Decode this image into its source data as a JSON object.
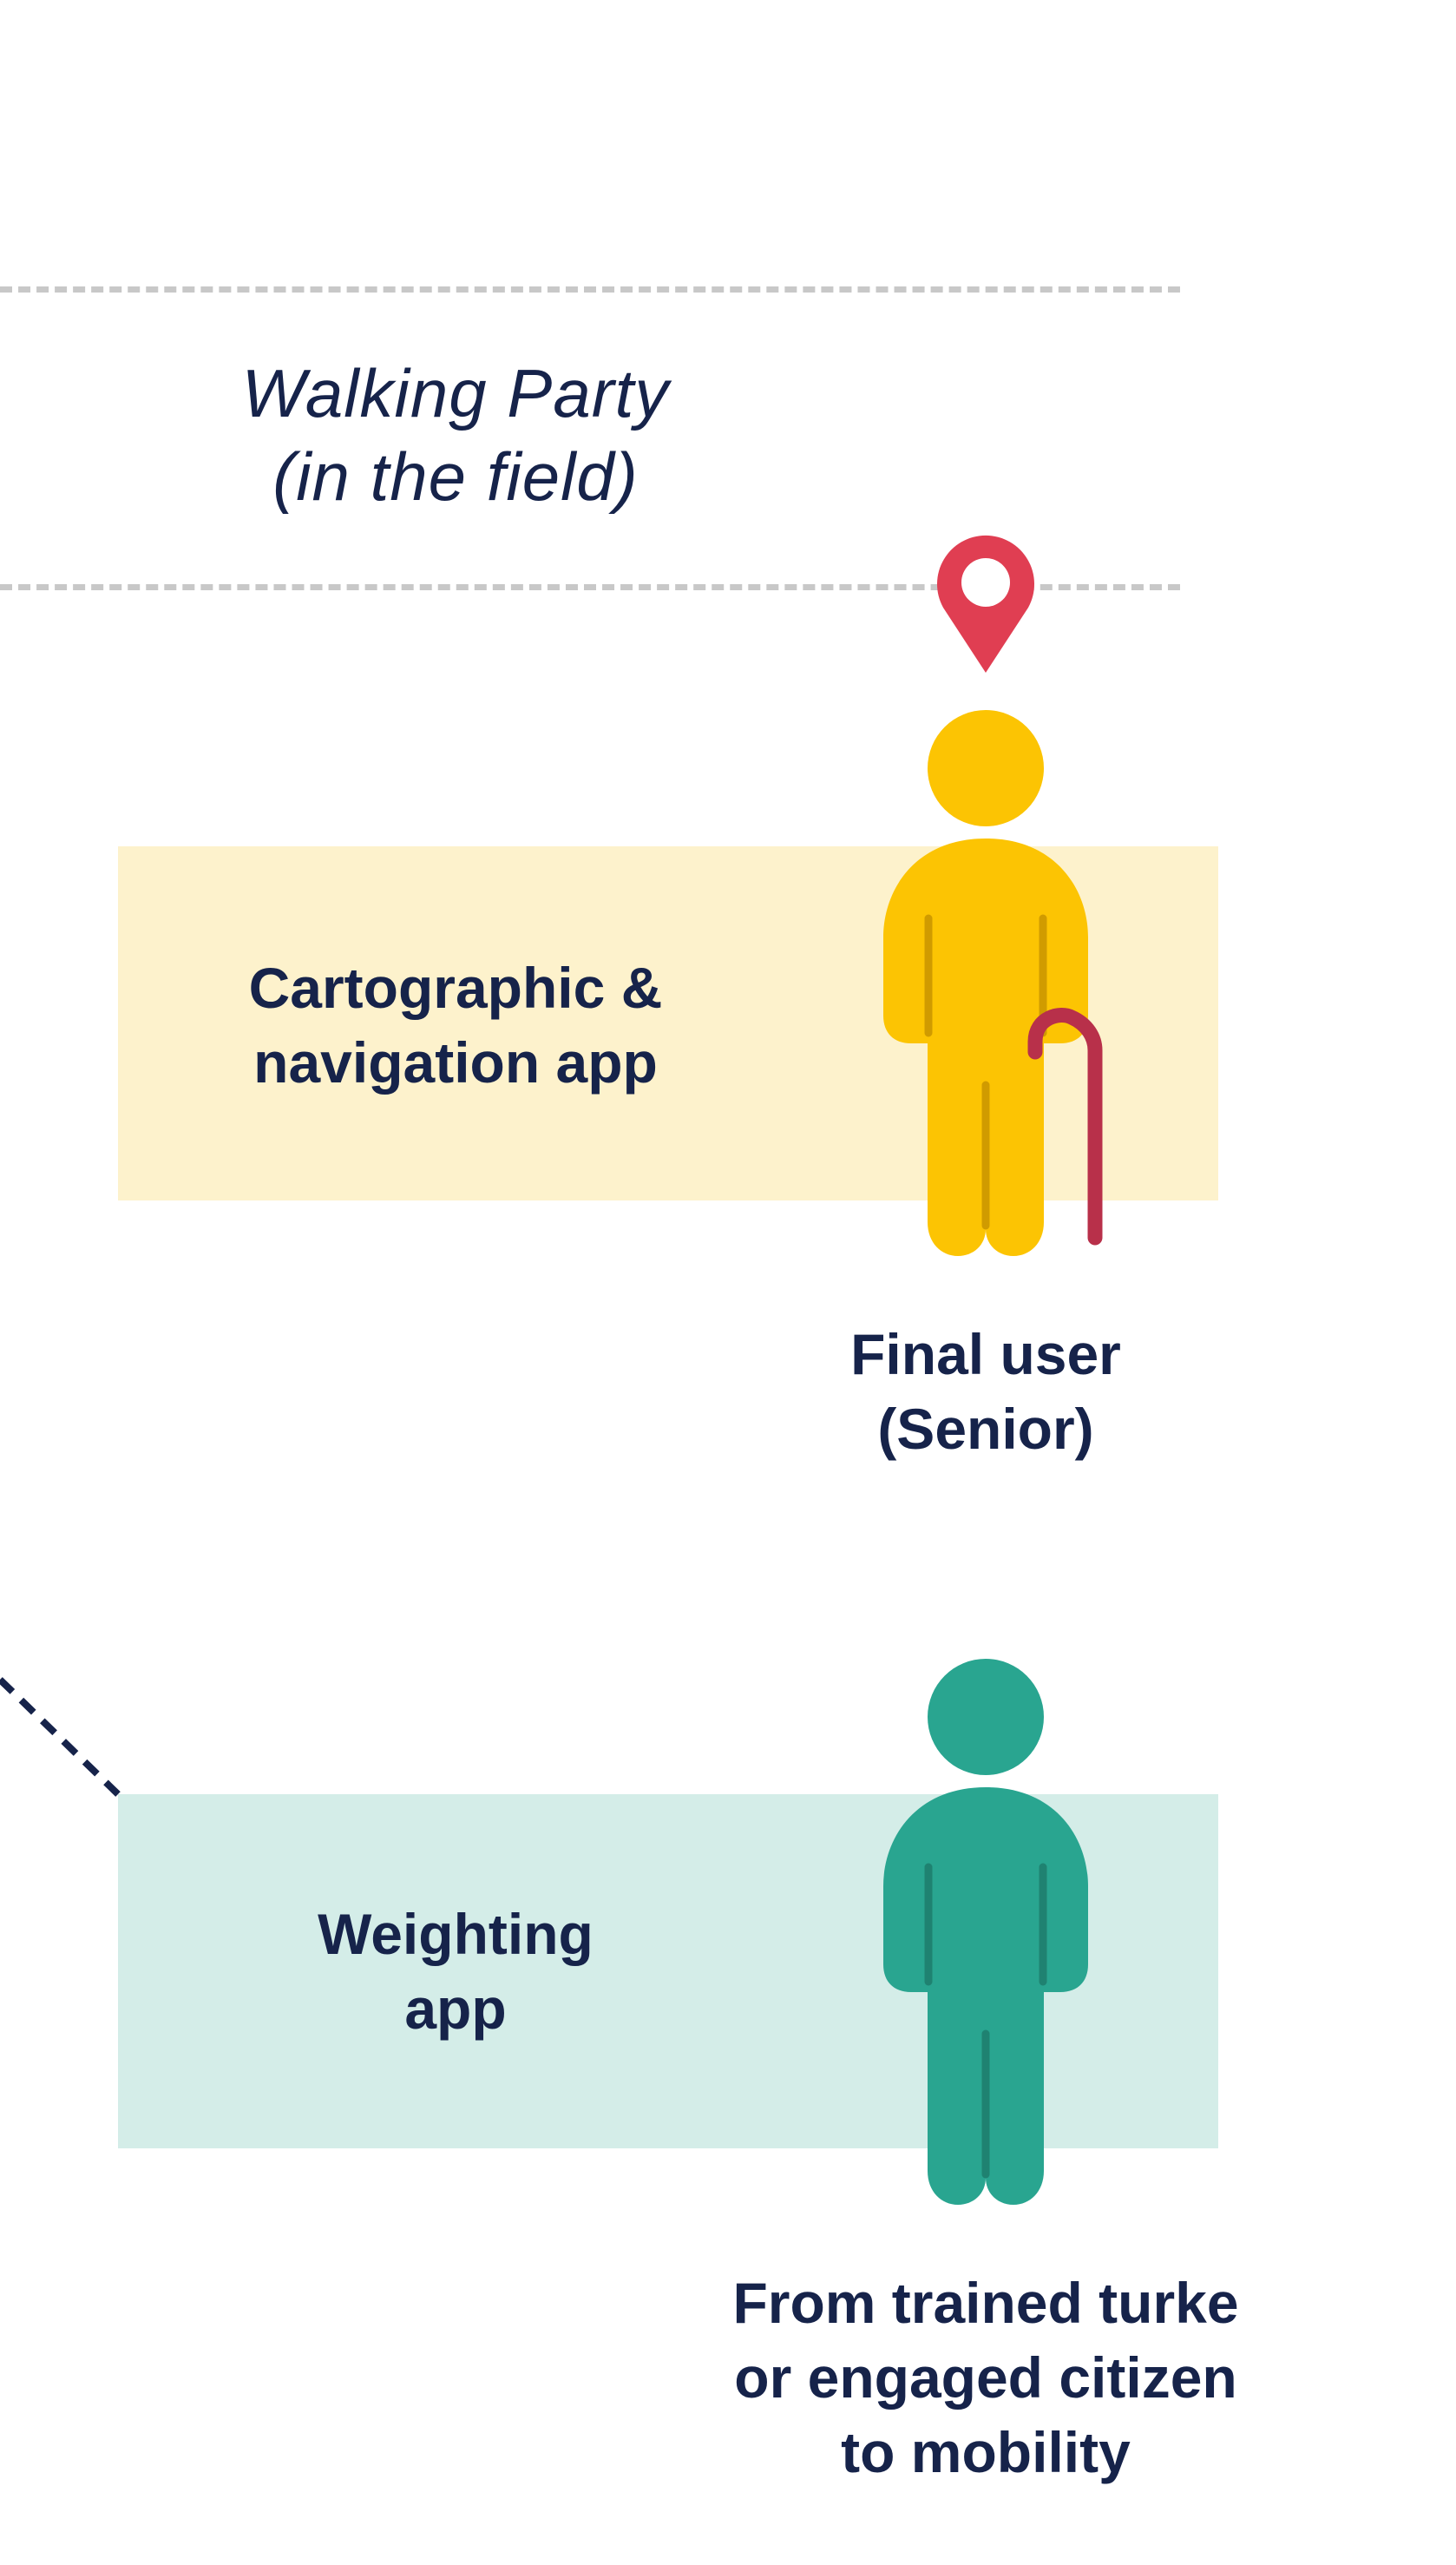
{
  "header": {
    "title_lines": [
      "Walking Party",
      "(in the field)"
    ]
  },
  "carto_app": {
    "label_lines": [
      "Cartographic &",
      "navigation app"
    ],
    "color": "#fdf2cc"
  },
  "weighting_app": {
    "label_lines": [
      "Weighting",
      "app"
    ],
    "color": "#d4ede8"
  },
  "senior": {
    "caption_lines": [
      "Final user",
      "(Senior)"
    ],
    "color": "#fcc403",
    "icons": [
      "location-pin-icon",
      "person-icon",
      "cane-icon"
    ],
    "pin_color": "#e03e52",
    "cane_color": "#b8304a"
  },
  "turker": {
    "caption_lines": [
      "From trained turke",
      "or engaged citizen",
      "to mobility"
    ],
    "color": "#29a590",
    "icons": [
      "person-icon"
    ]
  },
  "lines": {
    "separator_color": "#c8c8c8",
    "connector_color": "#16234a"
  }
}
